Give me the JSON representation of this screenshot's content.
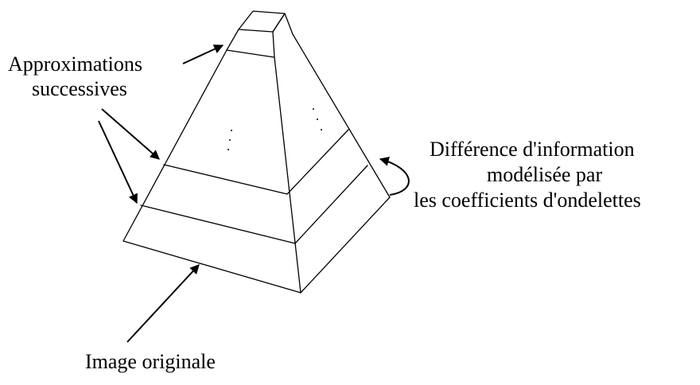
{
  "labels": {
    "approximations_line1": "Approximations",
    "approximations_line2": "successives",
    "difference_line1": "Différence d'information",
    "difference_line2": "modélisée par",
    "difference_line3": "les coefficients d'ondelettes",
    "image_originale": "Image originale"
  },
  "colors": {
    "ink": "#000000",
    "background": "#ffffff"
  }
}
